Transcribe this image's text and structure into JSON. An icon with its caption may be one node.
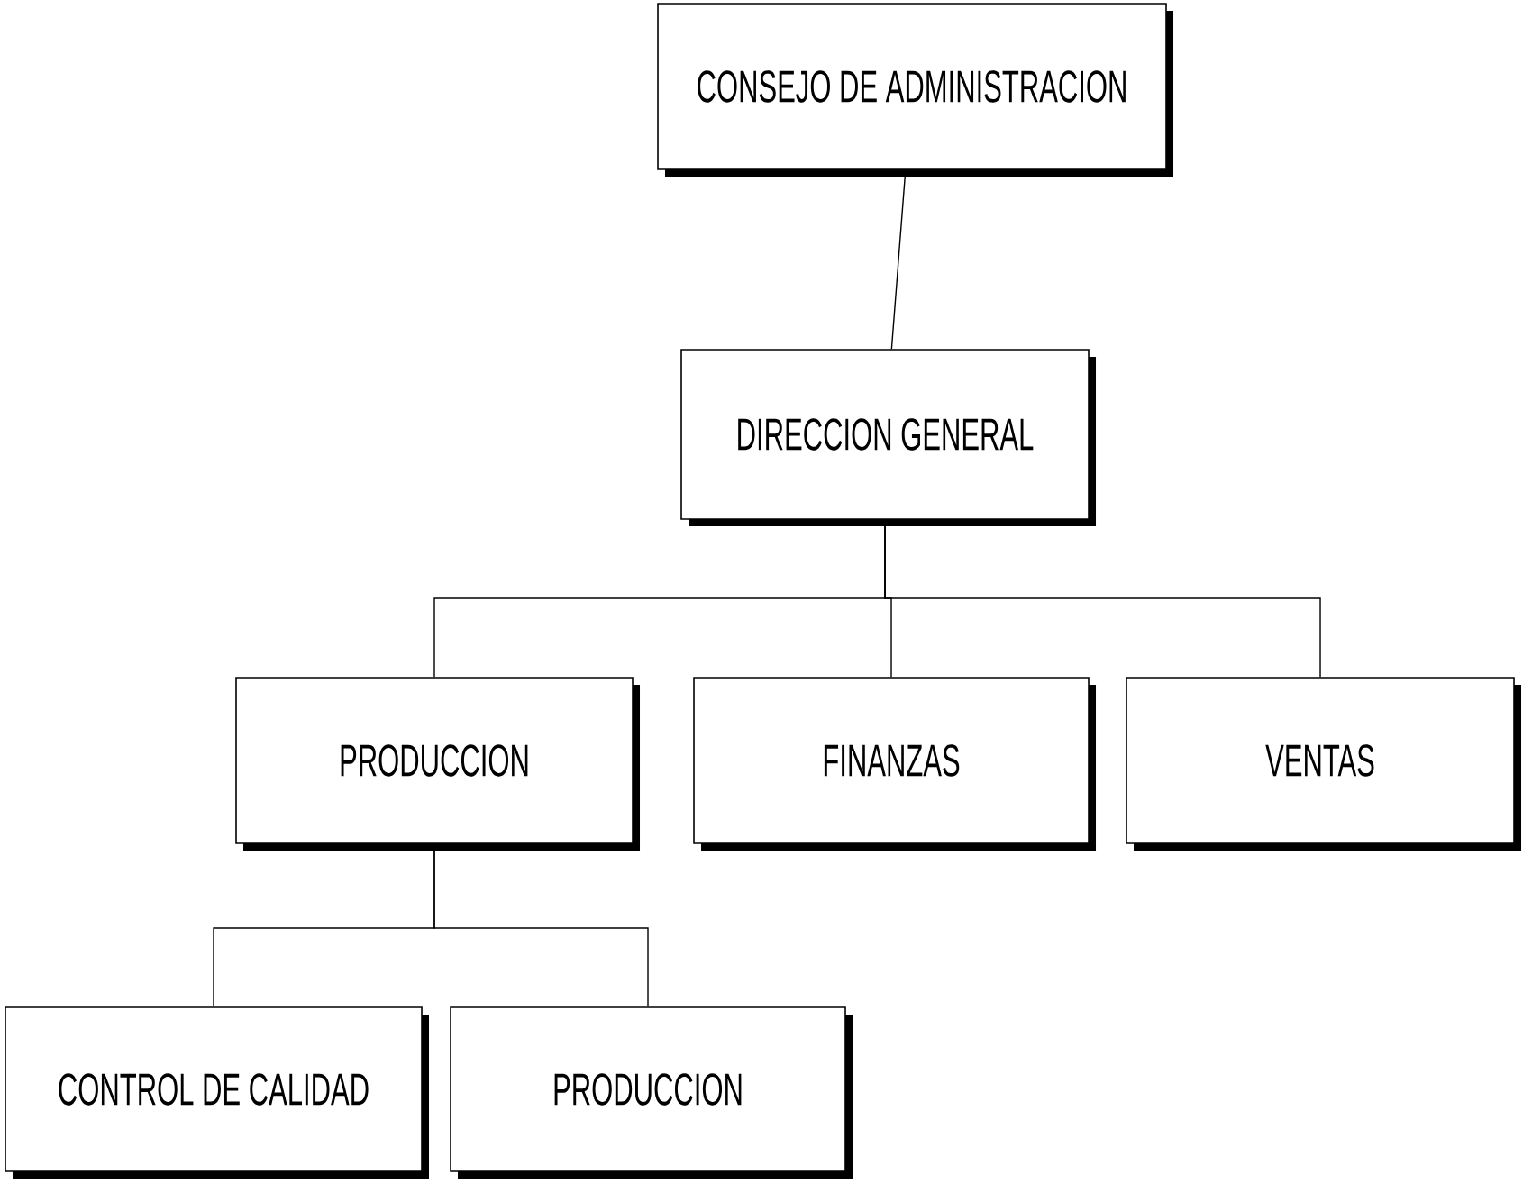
{
  "diagram": {
    "nodes": [
      {
        "text": [
          "CONSEJO DE ADMINISTRACION"
        ]
      },
      {
        "text": [
          "DIRECCION GENERAL"
        ]
      },
      {
        "text": [
          "PRODUCCION"
        ]
      },
      {
        "text": [
          "FINANZAS"
        ]
      },
      {
        "text": [
          "VENTAS"
        ]
      },
      {
        "text": [
          "CONTROL DE CALIDAD"
        ]
      },
      {
        "text": [
          "PRODUCCION"
        ]
      }
    ],
    "edges": [
      {
        "from": 0,
        "to": 1,
        "arrow": "none"
      },
      {
        "from": 1,
        "to": 2,
        "arrow": "none"
      },
      {
        "from": 1,
        "to": 3,
        "arrow": "none"
      },
      {
        "from": 1,
        "to": 4,
        "arrow": "none"
      },
      {
        "from": 2,
        "to": 5,
        "arrow": "none"
      },
      {
        "from": 2,
        "to": 6,
        "arrow": "none"
      }
    ]
  }
}
